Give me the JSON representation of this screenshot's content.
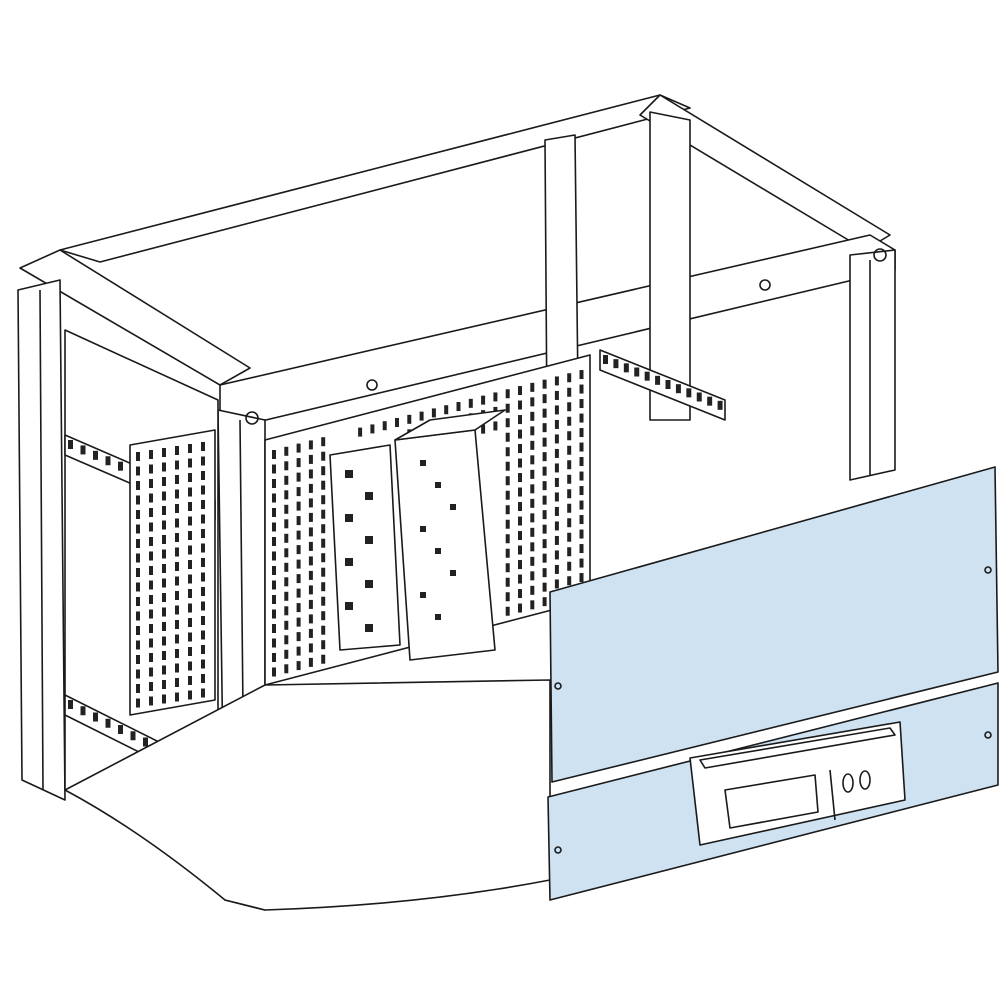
{
  "colors": {
    "line": "#1a1a1a",
    "frame_fill": "#ffffff",
    "panel_fill": "#cfe2f1",
    "panel_light": "#e3eef8",
    "mesh_dark": "#222222"
  },
  "illustration": {
    "components": [
      "enclosure-frame",
      "mounting-mesh-plate",
      "side-rails",
      "modular-devices",
      "front-cover-plate-upper",
      "front-cover-plate-lower",
      "display-unit"
    ]
  }
}
